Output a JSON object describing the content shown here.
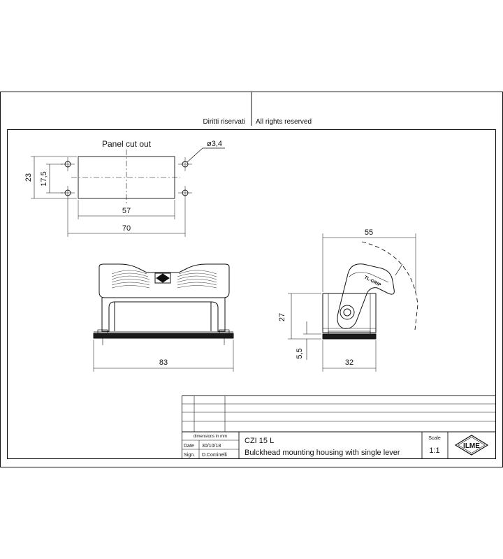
{
  "header": {
    "rights_it": "Diritti riservati",
    "rights_en": "All rights reserved"
  },
  "panel_cutout": {
    "label": "Panel cut out",
    "hole_dia": "ø3,4",
    "dim_height_outer": "23",
    "dim_height_inner": "17,5",
    "dim_width_inner": "57",
    "dim_width_outer": "70"
  },
  "front_view": {
    "dim_width": "83"
  },
  "side_view": {
    "dim_top": "55",
    "dim_height": "27",
    "dim_base": "5,5",
    "dim_width": "32",
    "lever_text": "TL-GRIP"
  },
  "title_block": {
    "units_note": "dimensions in mm",
    "date_label": "Date",
    "date_value": "30/10/18",
    "sign_label": "Sign.",
    "sign_value": "D.Cominelli",
    "part_code": "CZI 15 L",
    "description": "Bulckhead mounting housing with single lever",
    "scale_label": "Scale",
    "scale_value": "1:1",
    "logo_text": "ILME"
  },
  "colors": {
    "line": "#111111",
    "hatch": "#333333",
    "base": "#1a1a1a"
  }
}
